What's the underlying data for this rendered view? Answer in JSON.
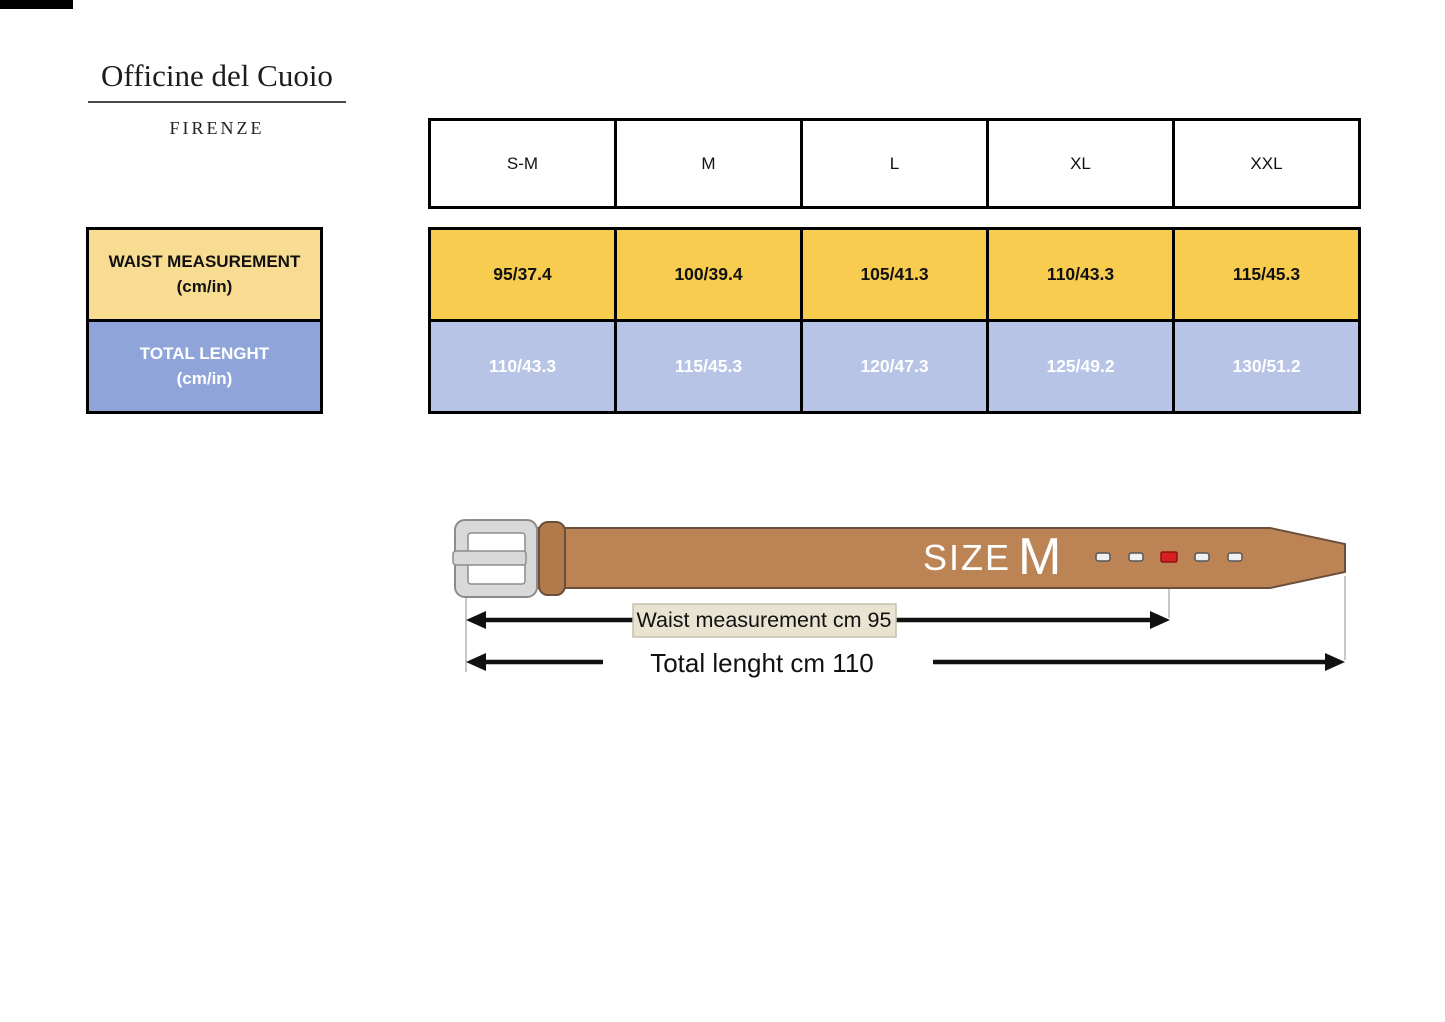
{
  "brand": {
    "name": "Officine del Cuoio",
    "city": "FIRENZE"
  },
  "size_table": {
    "sizes": [
      "S-M",
      "M",
      "L",
      "XL",
      "XXL"
    ],
    "waist_row": {
      "label": "WAIST MEASUREMENT",
      "unit": "(cm/in)",
      "values": [
        "95/37.4",
        "100/39.4",
        "105/41.3",
        "110/43.3",
        "115/45.3"
      ]
    },
    "length_row": {
      "label": "TOTAL LENGHT",
      "unit": "(cm/in)",
      "values": [
        "110/43.3",
        "115/45.3",
        "120/47.3",
        "125/49.2",
        "130/51.2"
      ]
    }
  },
  "diagram": {
    "size_label": "SIZE",
    "size_value": "M",
    "waist_arrow_label": "Waist measurement  cm 95",
    "total_arrow_label": "Total lenght cm 110"
  },
  "colors": {
    "label_yellow": "#F8DC92",
    "label_blue": "#8FA5D9",
    "cell_yellow": "#F8CC4F",
    "cell_blue": "#B7C4E6",
    "belt_leather": "#BC8455",
    "belt_edge": "#6B4F3A",
    "belt_keeper": "#B2794A",
    "buckle_gray": "#D9D9D9",
    "hole_red": "#D61F1F",
    "waist_label_box": "#E9E3D1"
  },
  "chart_data": {
    "type": "table",
    "title": "Officine del Cuoio belt size chart",
    "columns": [
      "S-M",
      "M",
      "L",
      "XL",
      "XXL"
    ],
    "rows": [
      {
        "name": "Waist measurement (cm/in)",
        "values": [
          "95/37.4",
          "100/39.4",
          "105/41.3",
          "110/43.3",
          "115/45.3"
        ]
      },
      {
        "name": "Total lenght (cm/in)",
        "values": [
          "110/43.3",
          "115/45.3",
          "120/47.3",
          "125/49.2",
          "130/51.2"
        ]
      }
    ]
  }
}
